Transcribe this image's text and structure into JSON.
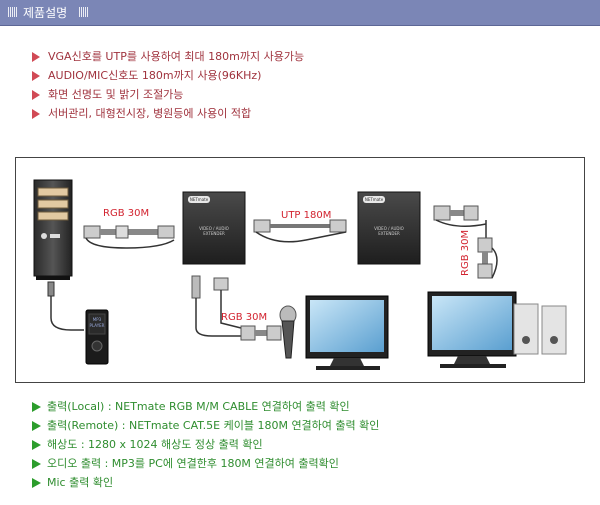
{
  "header": {
    "title": "제품설명"
  },
  "features": [
    "VGA신호를 UTP를 사용하여 최대 180m까지 사용가능",
    "AUDIO/MIC신호도 180m까지 사용(96KHz)",
    "화면 선명도 및 밝기 조절가능",
    "서버관리, 대형전시장, 병원등에 사용이 적합"
  ],
  "diagram": {
    "cable_labels": {
      "rgb_left": "RGB 30M",
      "utp": "UTP 180M",
      "rgb_bottom": "RGB 30M",
      "rgb_vertical": "RGB 30M"
    },
    "device_text": {
      "brand": "NETmate",
      "model_line1": "VIDEO / AUDIO",
      "model_line2": "EXTENDER",
      "player_line1": "MP3",
      "player_line2": "PLAYER"
    }
  },
  "notes": [
    "출력(Local) : NETmate RGB M/M CABLE 연결하여 출력 확인",
    "출력(Remote) : NETmate CAT.5E 케이블 180M 연결하여 출력 확인",
    "해상도 : 1280 x 1024 해상도 정상 출력 확인",
    "오디오 출력 : MP3를 PC에 연결한후 180M 연결하여 출력확인",
    "Mic 출력 확인"
  ],
  "colors": {
    "header_bg": "#7b86b6",
    "feature_text": "#a0333e",
    "note_text": "#2f8d2f",
    "cable_label": "#d2232f"
  }
}
